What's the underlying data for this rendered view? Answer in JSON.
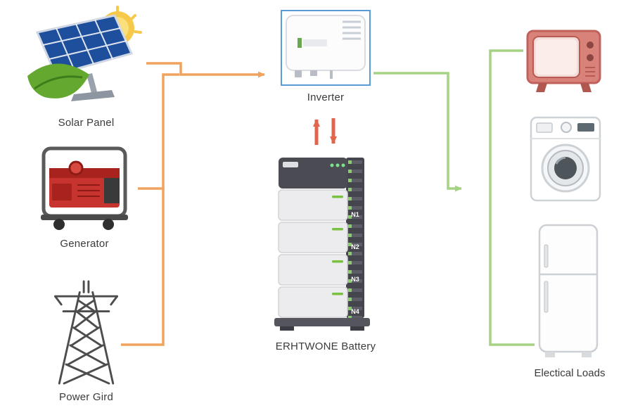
{
  "diagram": {
    "sources": [
      {
        "id": "solar-panel",
        "label": "Solar Panel"
      },
      {
        "id": "generator",
        "label": "Generator"
      },
      {
        "id": "power-grid",
        "label": "Power Gird"
      }
    ],
    "inverter": {
      "label": "Inverter"
    },
    "battery": {
      "label": "ERHTWONE Battery",
      "modules": [
        "N1",
        "N2",
        "N3",
        "N4"
      ]
    },
    "loads": {
      "label": "Electical Loads",
      "items": [
        "television",
        "washing-machine",
        "refrigerator"
      ]
    },
    "colors": {
      "source_arrow": "#f0a35e",
      "battery_arrow": "#e0654b",
      "load_arrow": "#a5d384",
      "inverter_border": "#5b9bd5",
      "battery_led_green": "#7ac142",
      "tv_red": "#d9827a"
    }
  }
}
